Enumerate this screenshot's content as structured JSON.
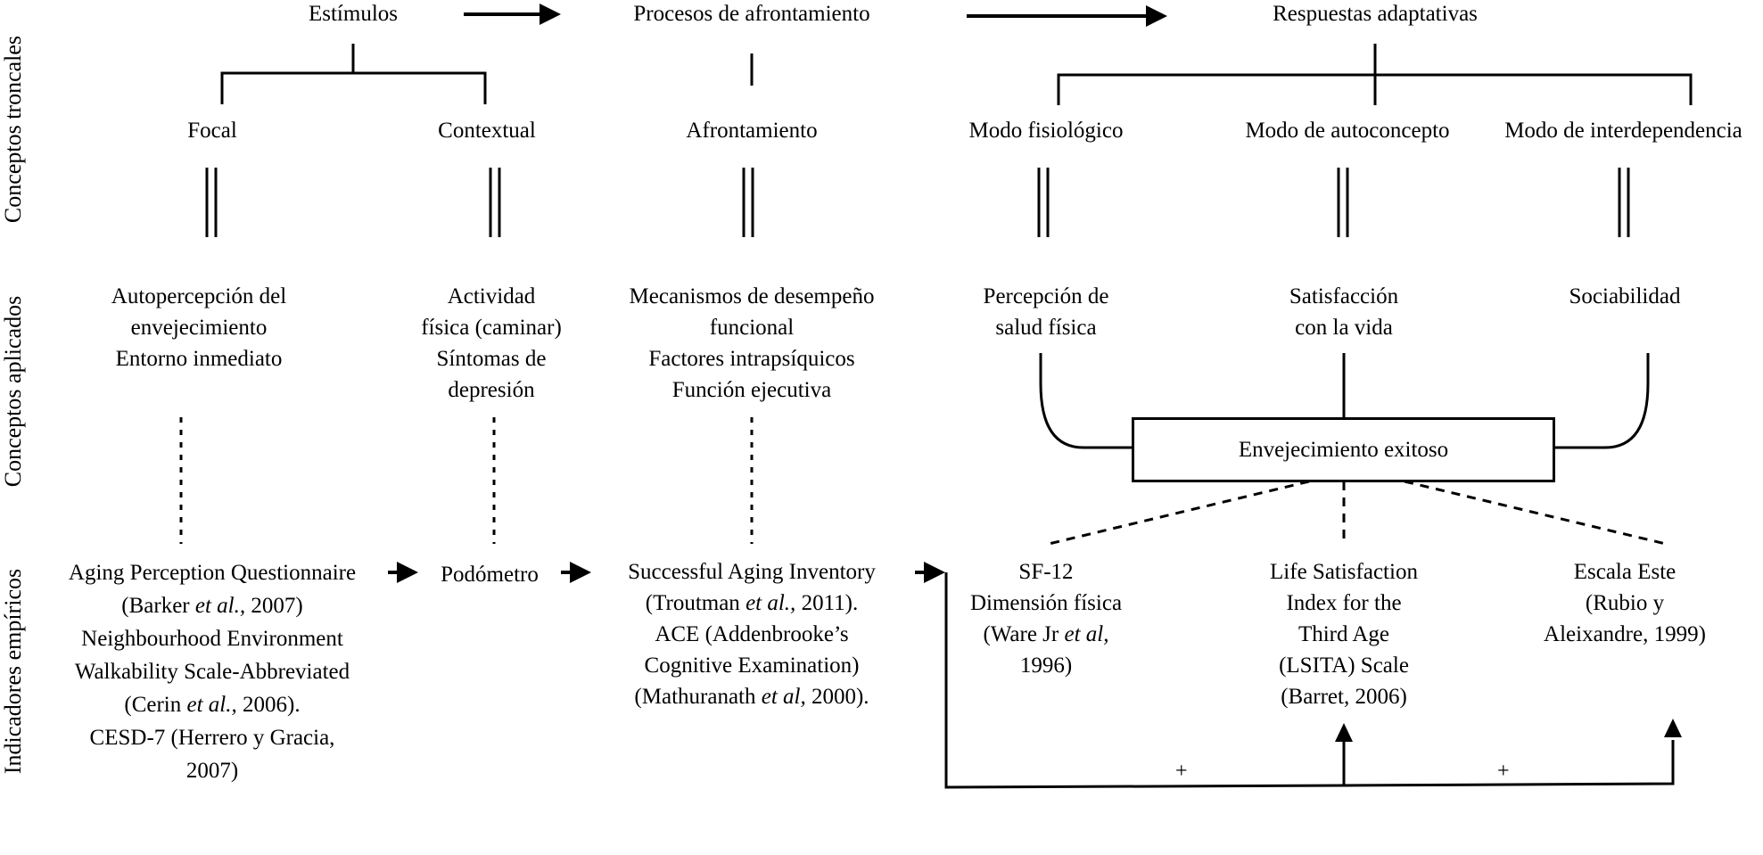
{
  "row_labels": {
    "trunk": "Conceptos troncales",
    "applied": "Conceptos aplicados",
    "empirical": "Indicadores empíricos"
  },
  "header": {
    "stimuli": "Estímulos",
    "coping_processes": "Procesos de afrontamiento",
    "adaptive_responses": "Respuestas adaptativas"
  },
  "trunk_concepts": {
    "focal": "Focal",
    "contextual": "Contextual",
    "coping": "Afrontamiento",
    "physiological": "Modo fisiológico",
    "self_concept": "Modo de autoconcepto",
    "interdependence": "Modo de interdependencia"
  },
  "applied_concepts": {
    "focal": [
      "Autopercepción del",
      "envejecimiento",
      "Entorno inmediato"
    ],
    "contextual": [
      "Actividad",
      "física (caminar)",
      "Síntomas de",
      "depresión"
    ],
    "coping": [
      "Mecanismos de desempeño",
      "funcional",
      "Factores intrapsíquicos",
      "Función ejecutiva"
    ],
    "physiological": [
      "Percepción de",
      "salud física"
    ],
    "self_concept": [
      "Satisfacción",
      "con la vida"
    ],
    "interdependence": [
      "Sociabilidad"
    ],
    "outcome": "Envejecimiento exitoso"
  },
  "empirical_indicators": {
    "focal": [
      {
        "pre": "Aging Perception Questionnaire",
        "it": "",
        "post": ""
      },
      {
        "pre": "(Barker ",
        "it": "et al.,",
        "post": " 2007)"
      },
      {
        "pre": "Neighbourhood Environment",
        "it": "",
        "post": ""
      },
      {
        "pre": "Walkability Scale-Abbreviated",
        "it": "",
        "post": ""
      },
      {
        "pre": "(Cerin ",
        "it": "et al.,",
        "post": " 2006)."
      },
      {
        "pre": "CESD-7 (Herrero y Gracia,",
        "it": "",
        "post": ""
      },
      {
        "pre": "2007)",
        "it": "",
        "post": ""
      }
    ],
    "contextual": "Podómetro",
    "coping": [
      {
        "pre": "Successful Aging Inventory",
        "it": "",
        "post": ""
      },
      {
        "pre": "(Troutman ",
        "it": "et al.,",
        "post": " 2011)."
      },
      {
        "pre": "ACE (Addenbrooke’s",
        "it": "",
        "post": ""
      },
      {
        "pre": "Cognitive Examination)",
        "it": "",
        "post": ""
      },
      {
        "pre": "(Mathuranath ",
        "it": "et al,",
        "post": " 2000)."
      }
    ],
    "physiological": [
      {
        "pre": "SF-12",
        "it": "",
        "post": ""
      },
      {
        "pre": "Dimensión física",
        "it": "",
        "post": ""
      },
      {
        "pre": "(Ware Jr ",
        "it": "et al,",
        "post": ""
      },
      {
        "pre": "1996)",
        "it": "",
        "post": ""
      }
    ],
    "self_concept": [
      {
        "pre": "Life Satisfaction",
        "it": "",
        "post": ""
      },
      {
        "pre": "Index for the",
        "it": "",
        "post": ""
      },
      {
        "pre": "Third Age",
        "it": "",
        "post": ""
      },
      {
        "pre": "(LSITA) Scale",
        "it": "",
        "post": ""
      },
      {
        "pre": "(Barret, 2006)",
        "it": "",
        "post": ""
      }
    ],
    "interdependence": [
      {
        "pre": "Escala Este",
        "it": "",
        "post": ""
      },
      {
        "pre": "(Rubio y",
        "it": "",
        "post": ""
      },
      {
        "pre": "Aleixandre, 1999)",
        "it": "",
        "post": ""
      }
    ]
  },
  "feedback_signs": [
    "+",
    "+"
  ]
}
